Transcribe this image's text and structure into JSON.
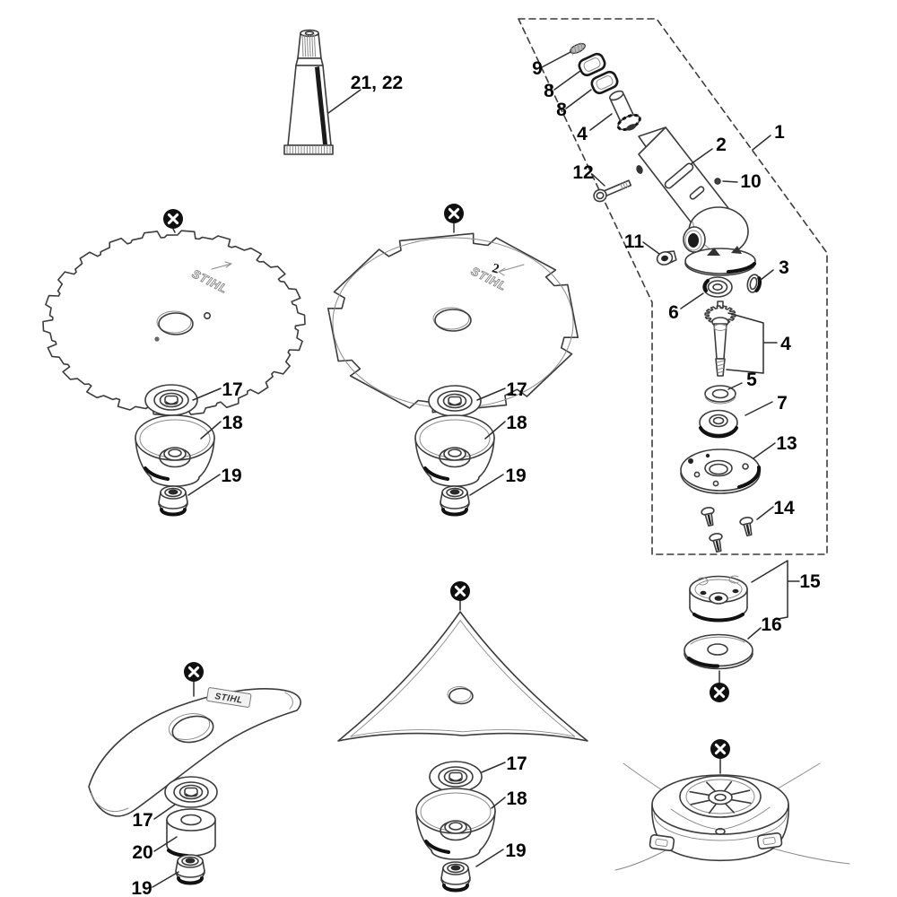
{
  "figure": {
    "type": "exploded-parts-diagram",
    "subject": "brushcutter gear head with cutting attachments",
    "background_color": "#ffffff",
    "line_color": "#3c3c3c",
    "label_color": "#050505"
  },
  "labels": {
    "l1": "1",
    "l2": "2",
    "l3": "3",
    "l4": "4",
    "l5": "5",
    "l6": "6",
    "l7": "7",
    "l8": "8",
    "l9": "9",
    "l10": "10",
    "l11": "11",
    "l12": "12",
    "l13": "13",
    "l14": "14",
    "l15": "15",
    "l16": "16",
    "l17": "17",
    "l18": "18",
    "l19": "19",
    "l20": "20",
    "l21_22": "21, 22"
  },
  "imprints": {
    "brand": "STIHL",
    "rotation_mark": "2"
  },
  "symbols": {
    "cross_glyph": "×",
    "cross_marker_color": "#101010"
  }
}
